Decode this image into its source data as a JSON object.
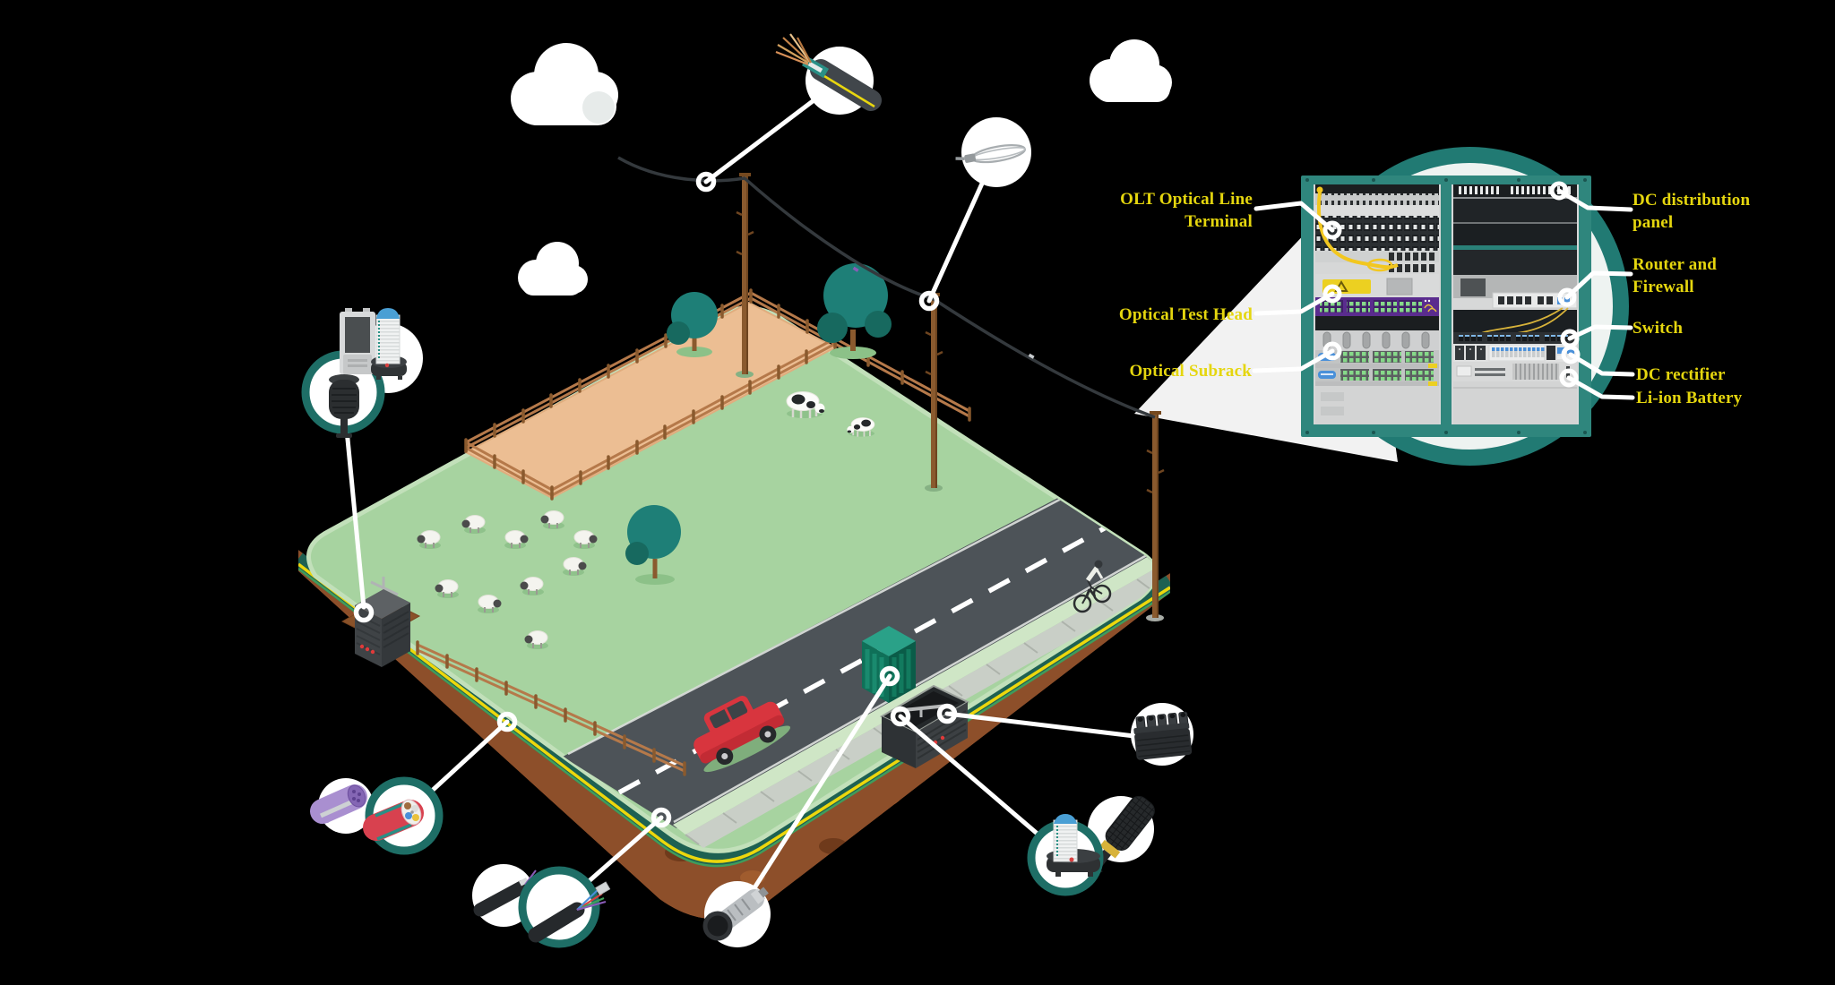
{
  "labels": {
    "olt": "OLT Optical Line Terminal",
    "optical_test_head": "Optical Test Head",
    "optical_subrack": "Optical Subrack",
    "dc_distribution_panel": "DC distribution panel",
    "router_firewall": "Router and Firewall",
    "switch": "Switch",
    "dc_rectifier": "DC rectifier",
    "li_ion_battery": "Li-ion Battery"
  },
  "components": [
    "stripped-aerial-fiber-cable-icon",
    "cable-pulling-loop-icon",
    "street-cabinet-internals-icon",
    "underground-microduct-icon",
    "multi-duct-cable-icon",
    "underground-fiber-cables-icon",
    "hardened-fiber-connector-icon",
    "splice-tray-stack-icon",
    "dome-splice-closure-icon",
    "multiport-service-terminal-icon",
    "equipment-rack-icon",
    "farm-island-icon"
  ],
  "colors": {
    "label_yellow": "#e5d60e",
    "teal_circle": "#217a73",
    "callout_ring": "#1e6e66",
    "grass": "#a7d3a0",
    "soil": "#8d4f2a",
    "road": "#4d5358",
    "duct_yellow": "#ecd70c",
    "rack_frame": "#2f867d",
    "purple_unit": "#5a2c8e"
  }
}
